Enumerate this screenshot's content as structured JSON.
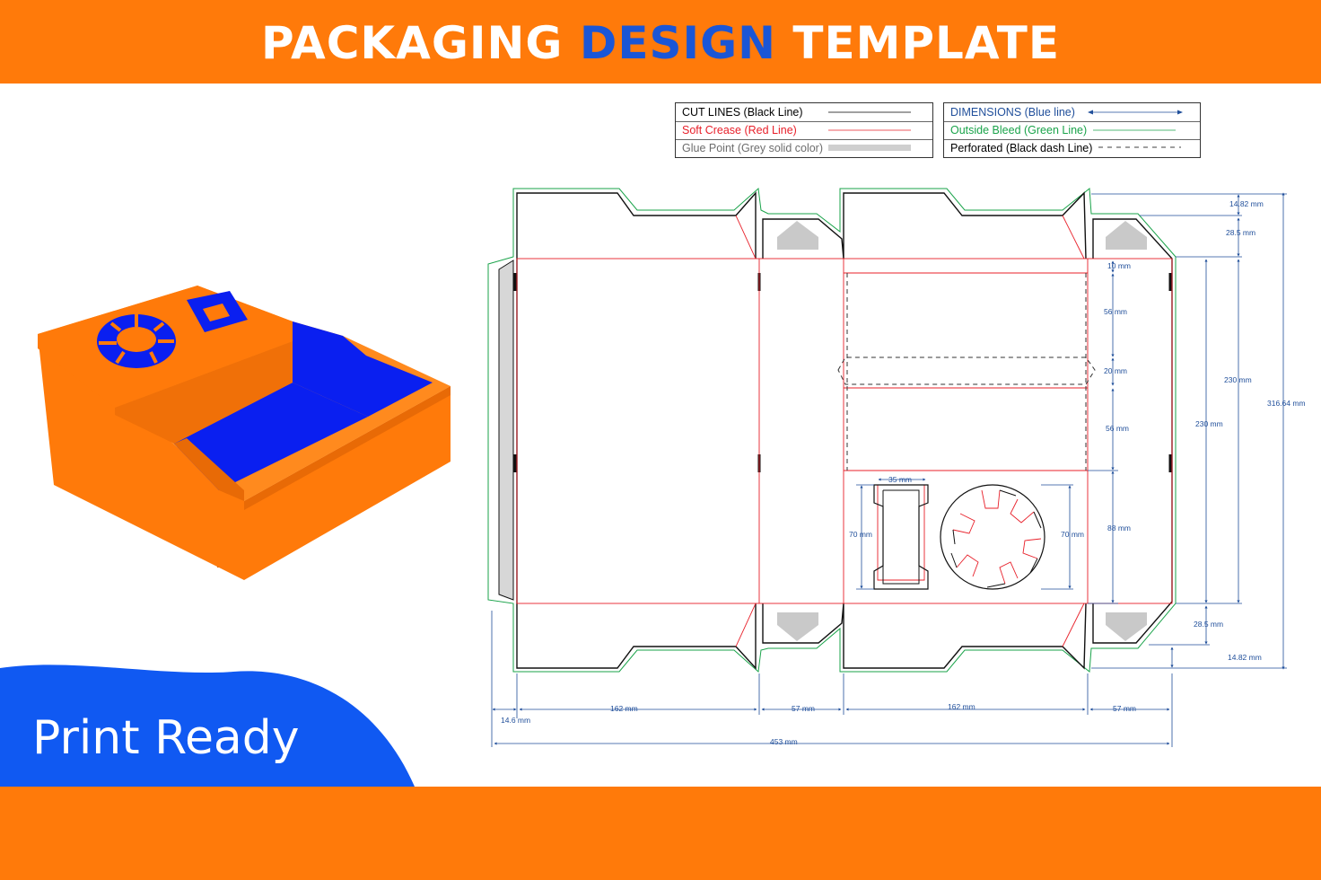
{
  "header": {
    "title_prefix": "PACKAGING ",
    "title_accent": "DESIGN",
    "title_suffix": " TEMPLATE"
  },
  "badge": {
    "text": "Print Ready"
  },
  "legend": {
    "left": [
      {
        "label": "CUT LINES (Black Line)",
        "color": "#000000"
      },
      {
        "label": "Soft Crease (Red Line)",
        "color": "#e8202a"
      },
      {
        "label": "Glue Point (Grey solid color)",
        "color": "#6d6d6d"
      }
    ],
    "right": [
      {
        "label": "DIMENSIONS (Blue line)",
        "color": "#1f4e9a"
      },
      {
        "label": "Outside Bleed (Green Line)",
        "color": "#1aa34a"
      },
      {
        "label": "Perforated (Black dash Line)",
        "color": "#000000"
      }
    ]
  },
  "dimensions": {
    "top_14_82": "14.82 mm",
    "top_28_5": "28.5 mm",
    "d10": "10 mm",
    "d56a": "56 mm",
    "d20": "20 mm",
    "d56b": "56 mm",
    "d88": "88 mm",
    "d230a": "230 mm",
    "d230b": "230 mm",
    "d316": "316.64 mm",
    "bottom_28_5": "28.5 mm",
    "bottom_14_82": "14.82 mm",
    "d35": "35 mm",
    "d70a": "70 mm",
    "d70b": "70 mm",
    "d162a": "162 mm",
    "d57a": "57 mm",
    "d162b": "162 mm",
    "d57b": "57 mm",
    "d14_6": "14.6 mm",
    "d453": "453 mm"
  },
  "colors": {
    "orange": "#ff7a0a",
    "blue": "#1a56d6",
    "box_blue": "#0a1ff0",
    "cut": "#111111",
    "crease": "#e8202a",
    "bleed": "#1aa34a",
    "dimension": "#1f4e9a",
    "glue": "#cfcfcf"
  }
}
